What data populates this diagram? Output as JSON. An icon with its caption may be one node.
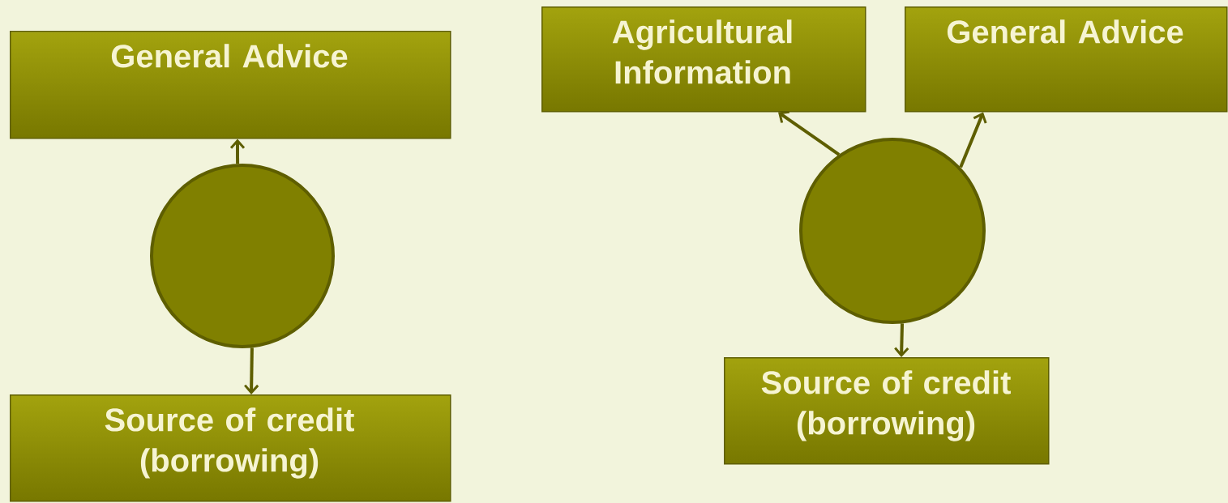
{
  "diagram": {
    "nodes": [
      {
        "text": [
          "General Advice"
        ]
      },
      {
        "text": [],
        "shape": "circle"
      },
      {
        "text": [
          "Source of credit (borrowing)"
        ]
      },
      {
        "text": [
          "Agricultural Information"
        ]
      },
      {
        "text": [
          "General Advice"
        ]
      },
      {
        "text": [],
        "shape": "circle"
      },
      {
        "text": [
          "Source of credit (borrowing)"
        ]
      }
    ],
    "edges": [
      {
        "from": 1,
        "to": 0,
        "arrow": "to"
      },
      {
        "from": 1,
        "to": 2,
        "arrow": "to"
      },
      {
        "from": 5,
        "to": 3,
        "arrow": "to"
      },
      {
        "from": 5,
        "to": 4,
        "arrow": "to"
      },
      {
        "from": 5,
        "to": 6,
        "arrow": "to"
      }
    ]
  }
}
